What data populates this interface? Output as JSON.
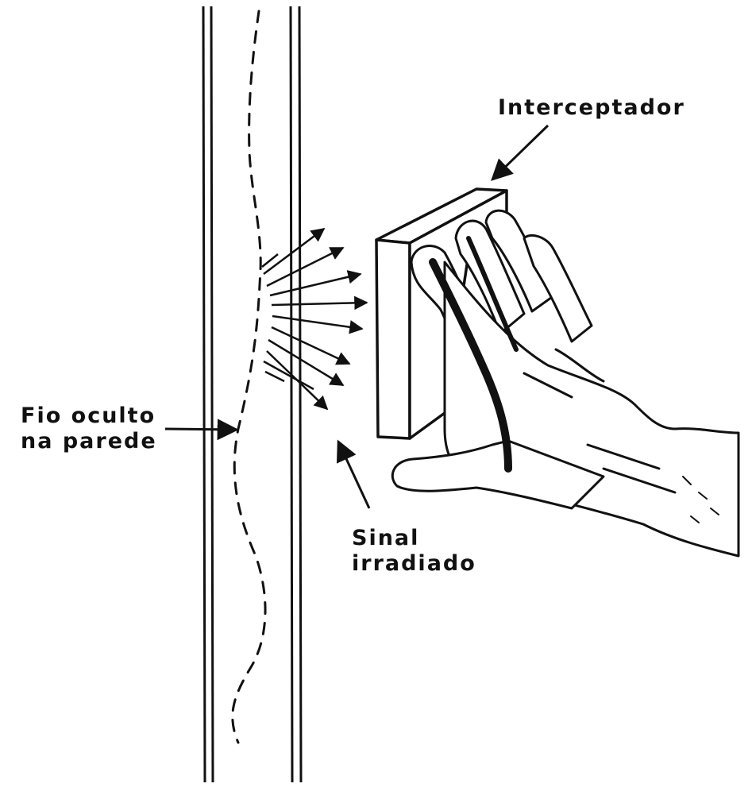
{
  "labels": {
    "interceptor": "Interceptador",
    "hidden_wire_line1": "Fio oculto",
    "hidden_wire_line2": "na parede",
    "signal_line1": "Sinal",
    "signal_line2": "irradiado"
  },
  "colors": {
    "ink": "#111111",
    "paper": "#ffffff"
  }
}
